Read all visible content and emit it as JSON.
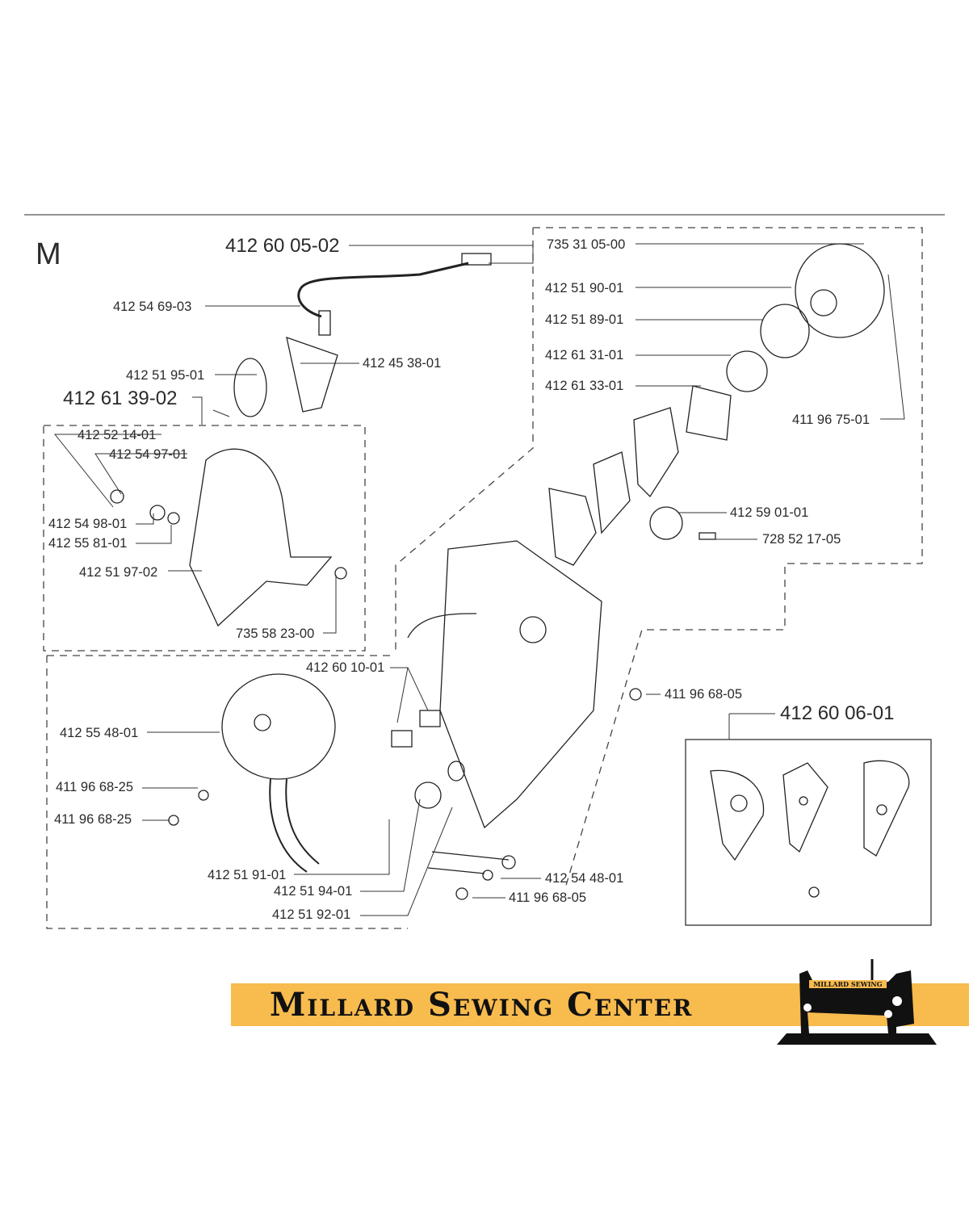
{
  "section_letter": "M",
  "labels": [
    "412 60 05-02",
    "412 54 69-03",
    "412 51 95-01",
    "412 45 38-01",
    "412 61 39-02",
    "412 52 14-01",
    "412 54 97-01",
    "412 54 98-01",
    "412 55 81-01",
    "412 51 97-02",
    "735 58 23-00",
    "735 31 05-00",
    "412 51 90-01",
    "412 51 89-01",
    "412 61 31-01",
    "412 61 33-01",
    "411 96 75-01",
    "412 59 01-01",
    "728 52 17-05",
    "412 60 10-01",
    "411 96 68-05",
    "412 60 06-01",
    "412 55 48-01",
    "411 96 68-25",
    "411 96 68-25",
    "412 51 91-01",
    "412 51 94-01",
    "412 51 92-01",
    "412 54 48-01",
    "411 96 68-05"
  ],
  "banner": {
    "title": "Millard Sewing Center",
    "logo_text": "Millard Sewing",
    "color": "#f8bb4e"
  }
}
